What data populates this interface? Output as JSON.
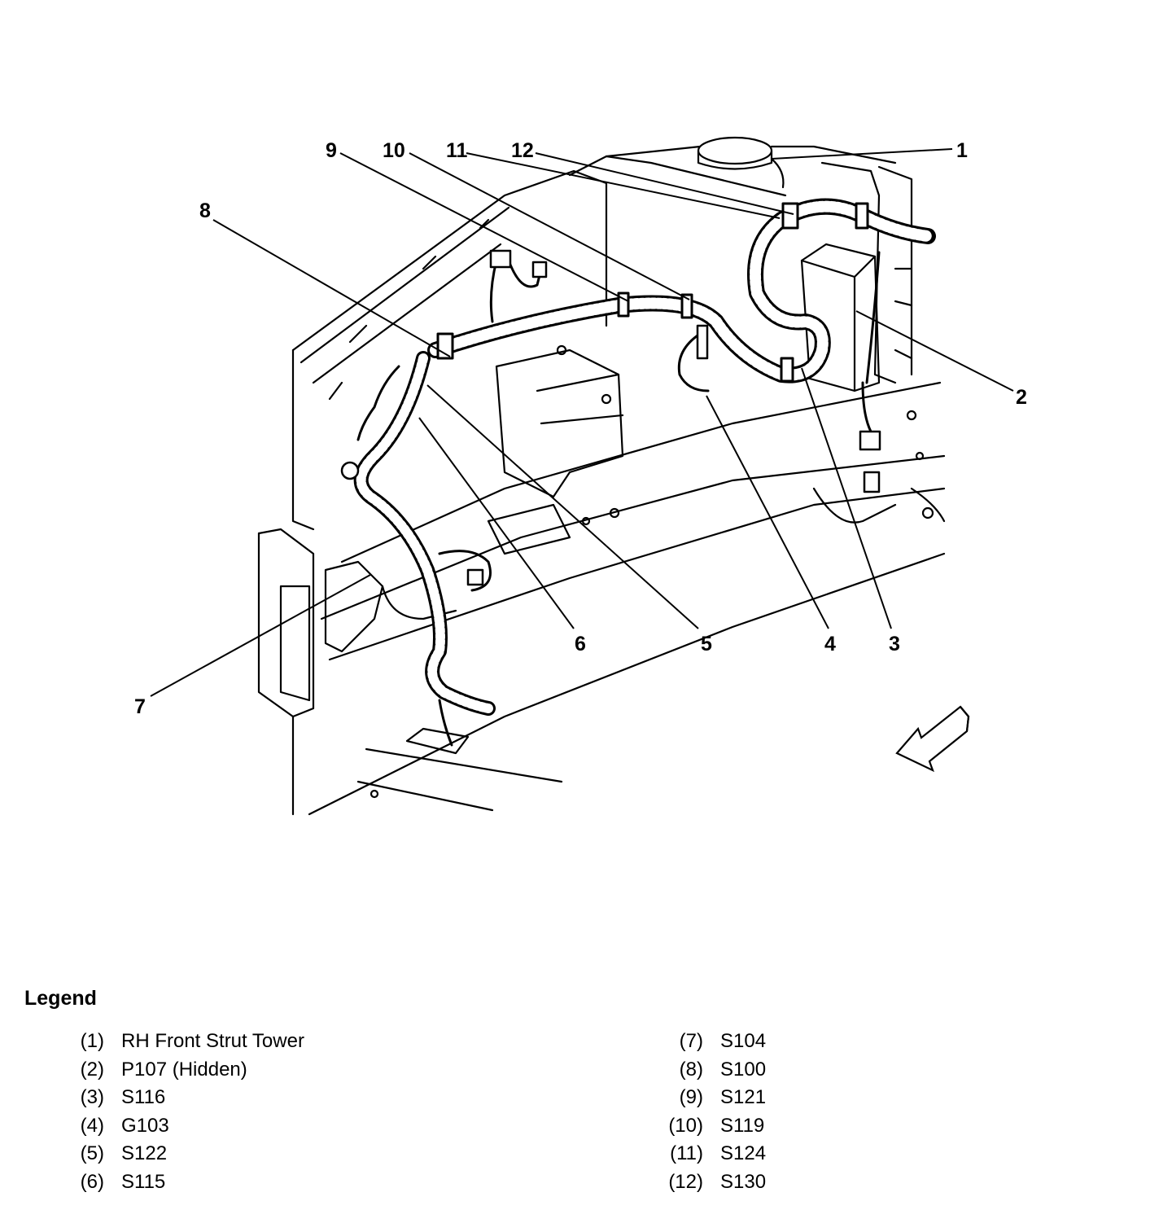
{
  "callouts": [
    "1",
    "2",
    "3",
    "4",
    "5",
    "6",
    "7",
    "8",
    "9",
    "10",
    "11",
    "12"
  ],
  "legend": {
    "title": "Legend",
    "items": [
      {
        "num": "(1)",
        "text": "RH Front Strut Tower"
      },
      {
        "num": "(2)",
        "text": "P107 (Hidden)"
      },
      {
        "num": "(3)",
        "text": "S116"
      },
      {
        "num": "(4)",
        "text": "G103"
      },
      {
        "num": "(5)",
        "text": "S122"
      },
      {
        "num": "(6)",
        "text": "S115"
      },
      {
        "num": "(7)",
        "text": "S104"
      },
      {
        "num": "(8)",
        "text": "S100"
      },
      {
        "num": "(9)",
        "text": "S121"
      },
      {
        "num": "(10)",
        "text": "S119"
      },
      {
        "num": "(11)",
        "text": "S124"
      },
      {
        "num": "(12)",
        "text": "S130"
      }
    ]
  }
}
